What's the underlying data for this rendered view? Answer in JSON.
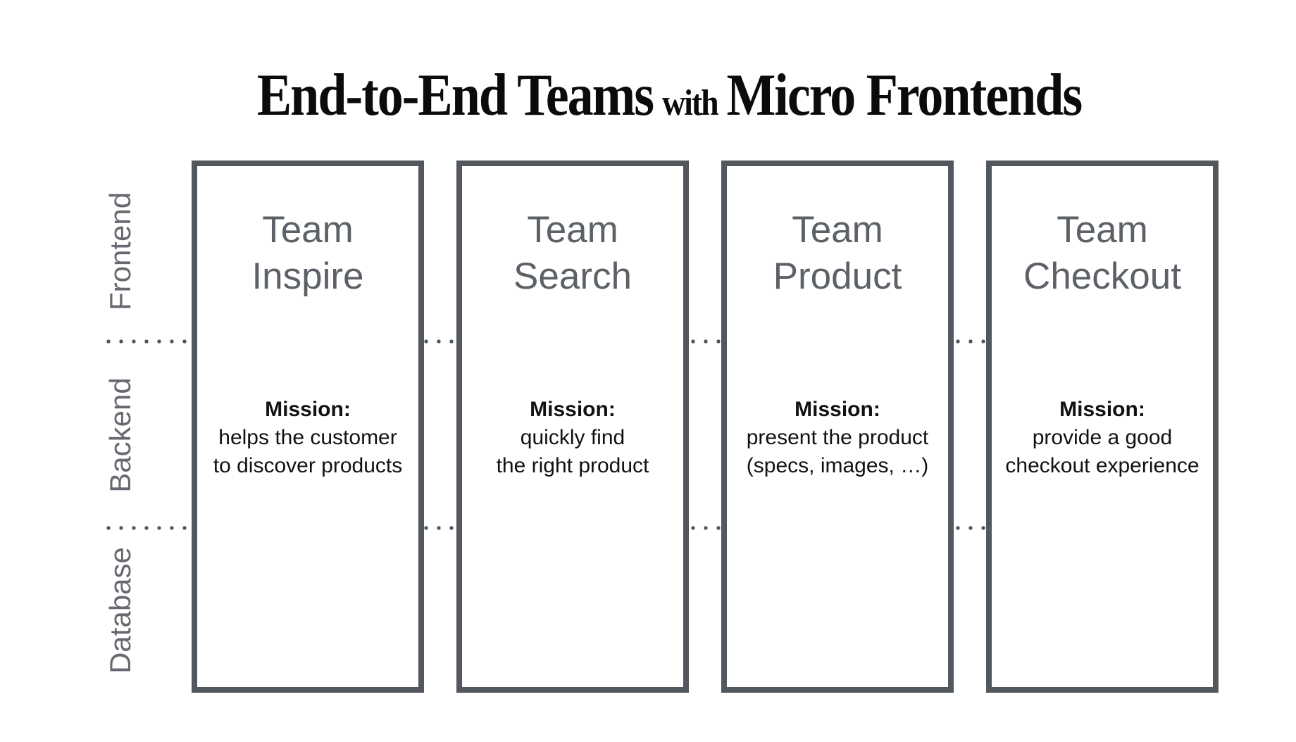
{
  "title": {
    "segment_before": "End-to-End Teams",
    "connector": "with",
    "segment_after": "Micro Frontends"
  },
  "layers": [
    {
      "label": "Frontend"
    },
    {
      "label": "Backend"
    },
    {
      "label": "Database"
    }
  ],
  "teams": [
    {
      "name_line1": "Team",
      "name_line2": "Inspire",
      "mission_heading": "Mission:",
      "mission_line1": "helps the customer",
      "mission_line2": "to discover products"
    },
    {
      "name_line1": "Team",
      "name_line2": "Search",
      "mission_heading": "Mission:",
      "mission_line1": "quickly find",
      "mission_line2": "the right product"
    },
    {
      "name_line1": "Team",
      "name_line2": "Product",
      "mission_heading": "Mission:",
      "mission_line1": "present the product",
      "mission_line2": "(specs, images, …)"
    },
    {
      "name_line1": "Team",
      "name_line2": "Checkout",
      "mission_heading": "Mission:",
      "mission_line1": "provide a good",
      "mission_line2": "checkout experience"
    }
  ],
  "colors": {
    "background": "#ffffff",
    "title_text": "#0b0b0b",
    "box_border": "#53575e",
    "team_name_text": "#5c6167",
    "layer_label_text": "#66696f",
    "mission_text": "#101113",
    "dots": "#4f545b"
  }
}
